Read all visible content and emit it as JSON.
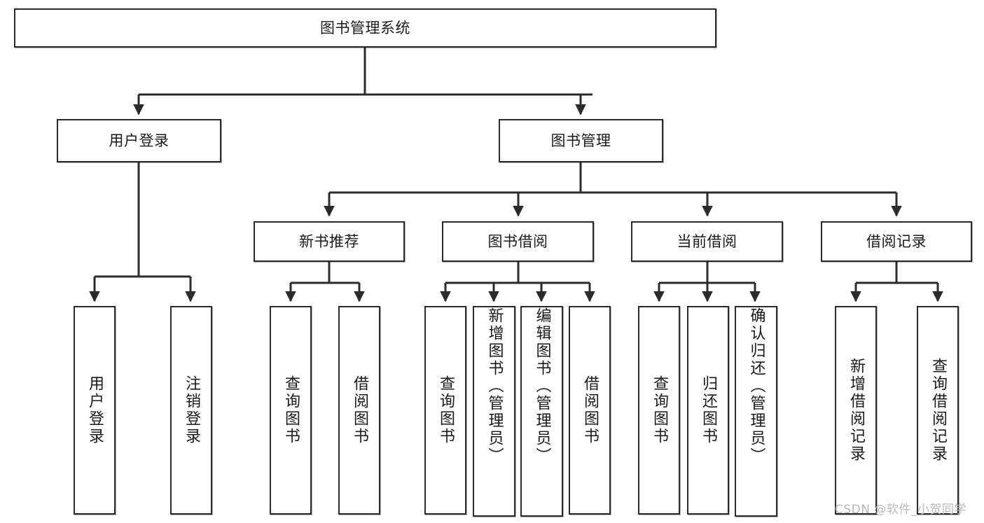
{
  "diagram": {
    "title": "图书管理系统",
    "type": "tree-hierarchy",
    "watermark": "CSDN @软件_小贺同学",
    "style": {
      "box_border_color": "#2b2b2b",
      "box_fill_color": "#ffffff",
      "connector_color": "#2b2b2b",
      "text_color": "#1a1a1a",
      "watermark_color": "#b9b9b9",
      "background": "#ffffff"
    },
    "nodes": {
      "root": {
        "label": "图书管理系统"
      },
      "level2": [
        {
          "label": "用户登录"
        },
        {
          "label": "图书管理"
        }
      ],
      "level3": [
        {
          "label": "新书推荐"
        },
        {
          "label": "图书借阅"
        },
        {
          "label": "当前借阅"
        },
        {
          "label": "借阅记录"
        }
      ],
      "leaves": {
        "user_login": [
          {
            "label": "用户登录"
          },
          {
            "label": "注销登录"
          }
        ],
        "new_book_recommend": [
          {
            "label": "查询图书"
          },
          {
            "label": "借阅图书"
          }
        ],
        "book_borrow": [
          {
            "label": "查询图书"
          },
          {
            "label": "新增图书（管理员）"
          },
          {
            "label": "编辑图书（管理员）"
          },
          {
            "label": "借阅图书"
          }
        ],
        "current_borrow": [
          {
            "label": "查询图书"
          },
          {
            "label": "归还图书"
          },
          {
            "label": "确认归还（管理员）"
          }
        ],
        "borrow_record": [
          {
            "label": "新增借阅记录"
          },
          {
            "label": "查询借阅记录"
          }
        ]
      }
    }
  }
}
